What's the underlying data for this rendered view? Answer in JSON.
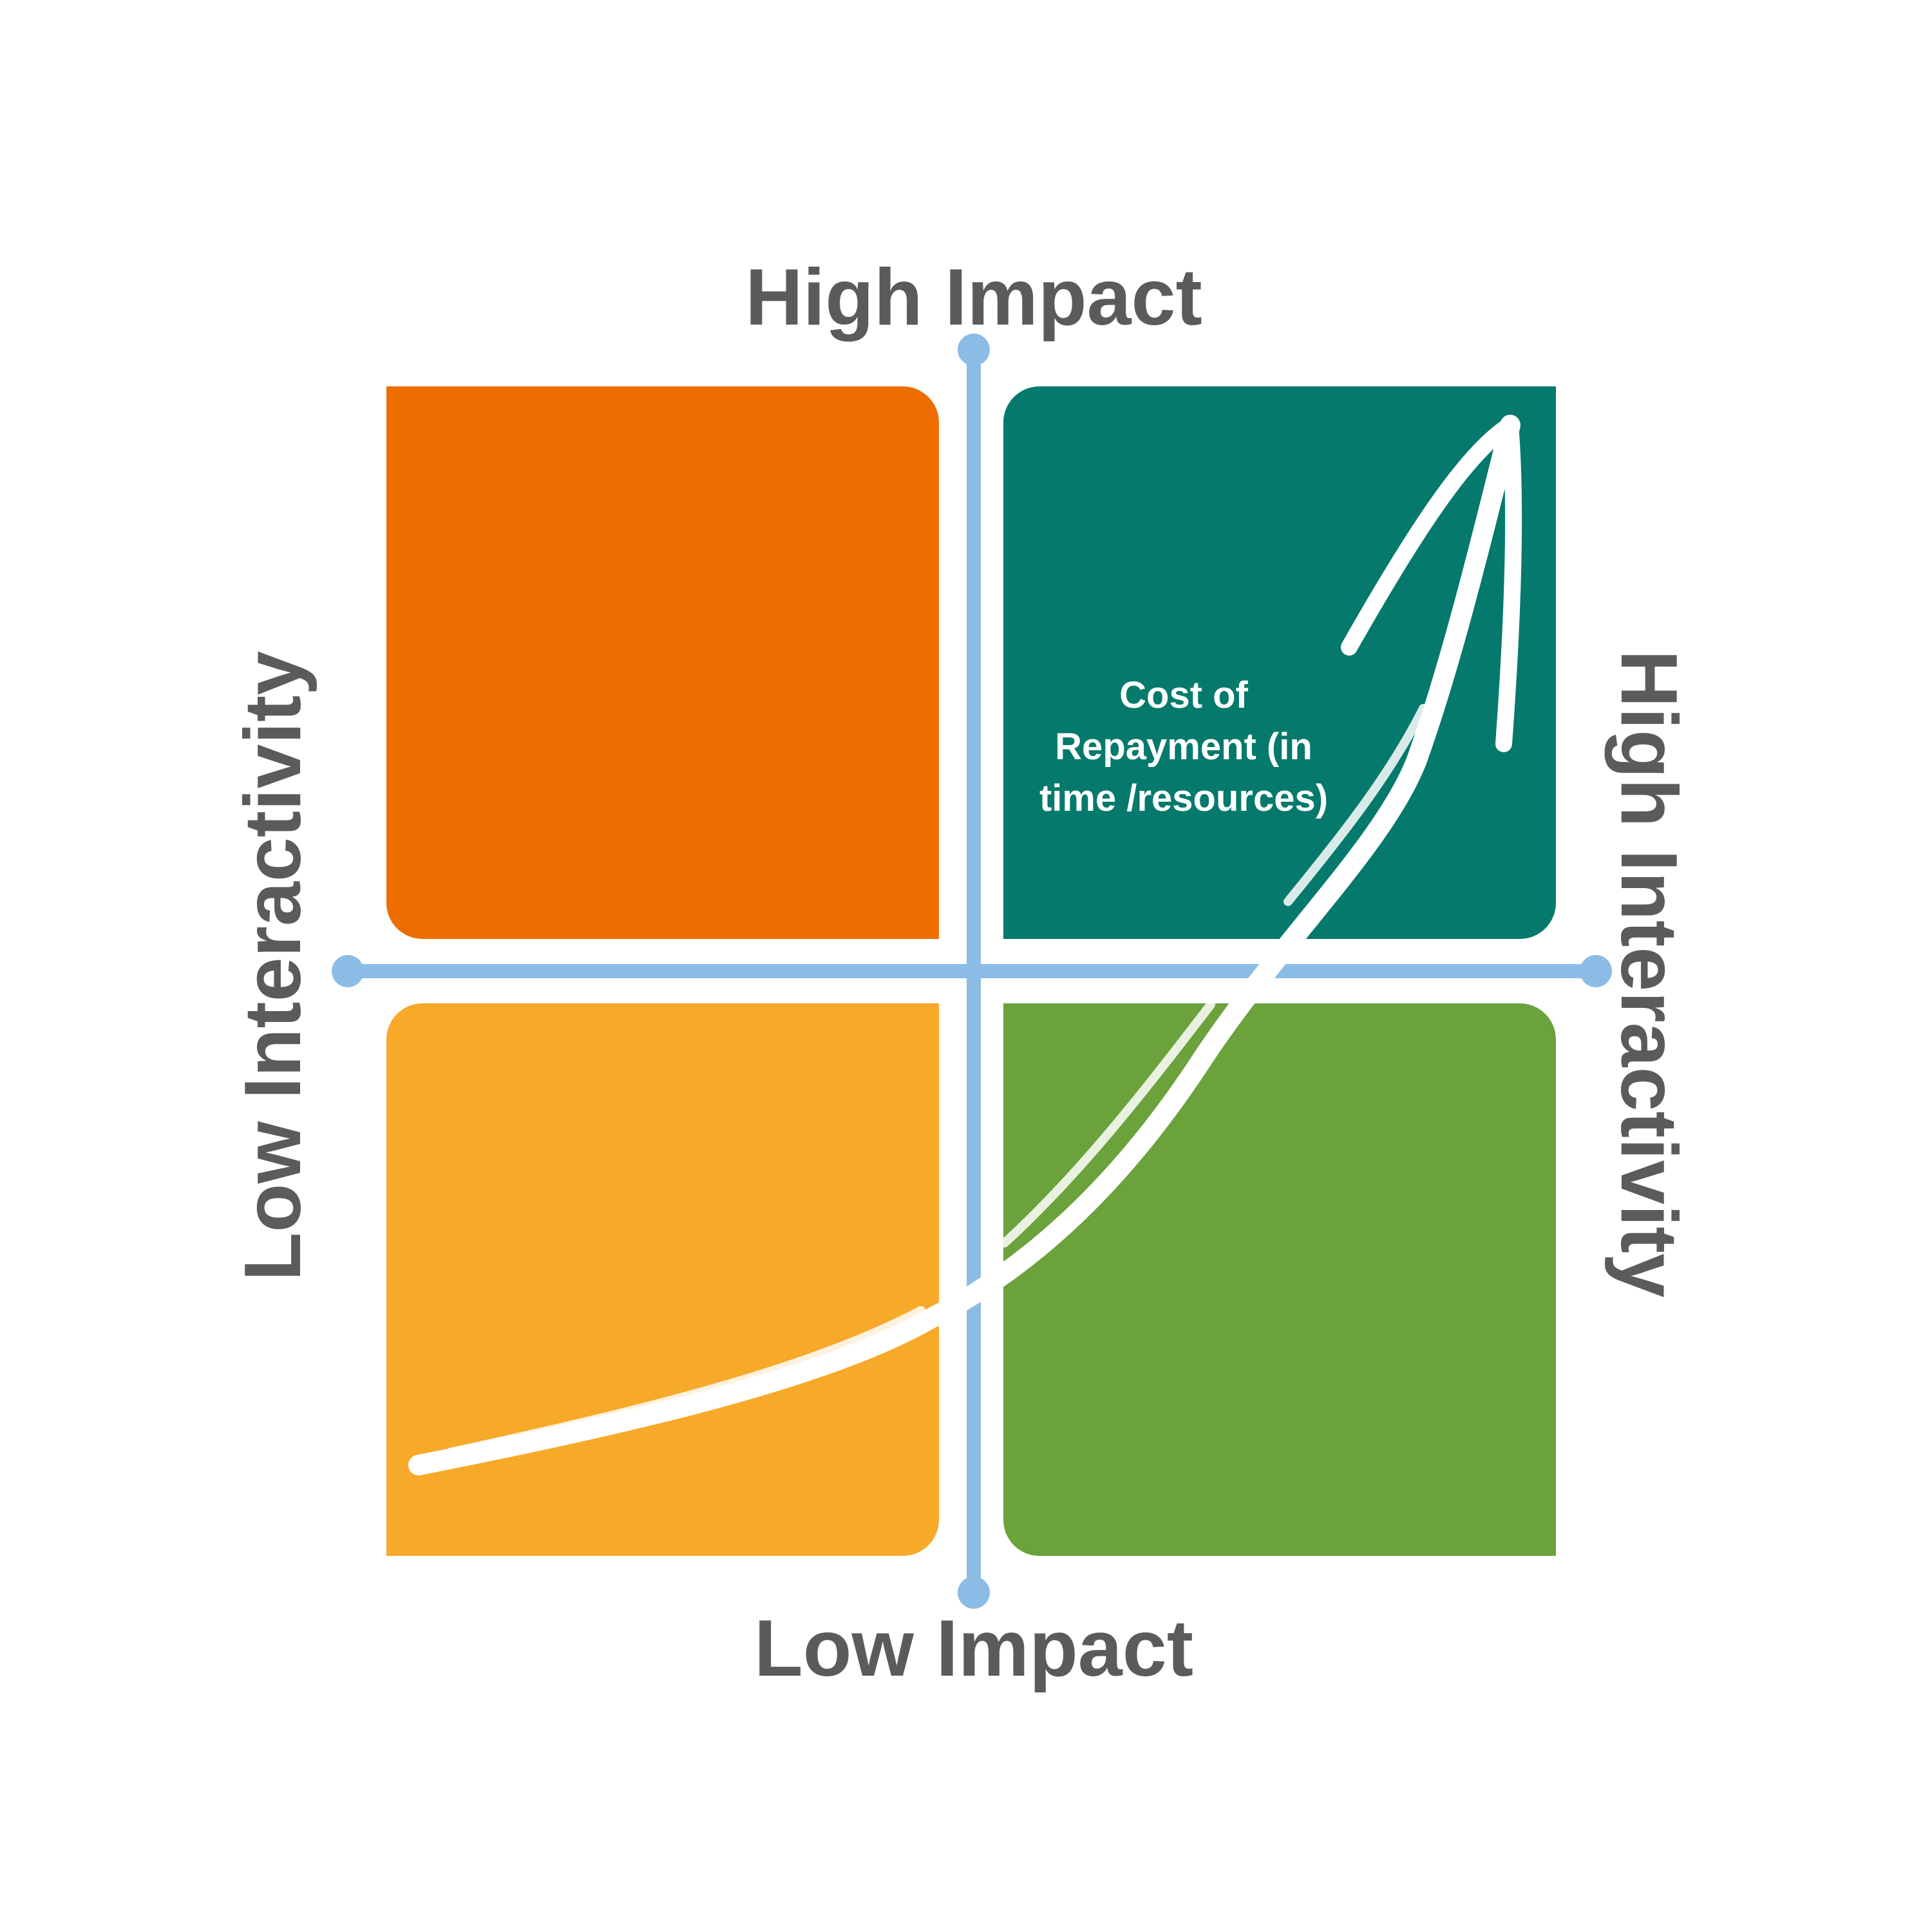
{
  "axes": {
    "top": "High Impact",
    "bottom": "Low Impact",
    "left": "Low Interactivity",
    "right": "High Interactivity",
    "axis_color": "#8bbce5"
  },
  "quadrants": {
    "top_left_color": "#ed6d00",
    "top_right_color": "#057a6c",
    "bottom_left_color": "#f7a92a",
    "bottom_right_color": "#6ba23b"
  },
  "curve": {
    "label": "Cost of\nRepayment (in\ntime /resources)",
    "color": "#ffffff"
  }
}
